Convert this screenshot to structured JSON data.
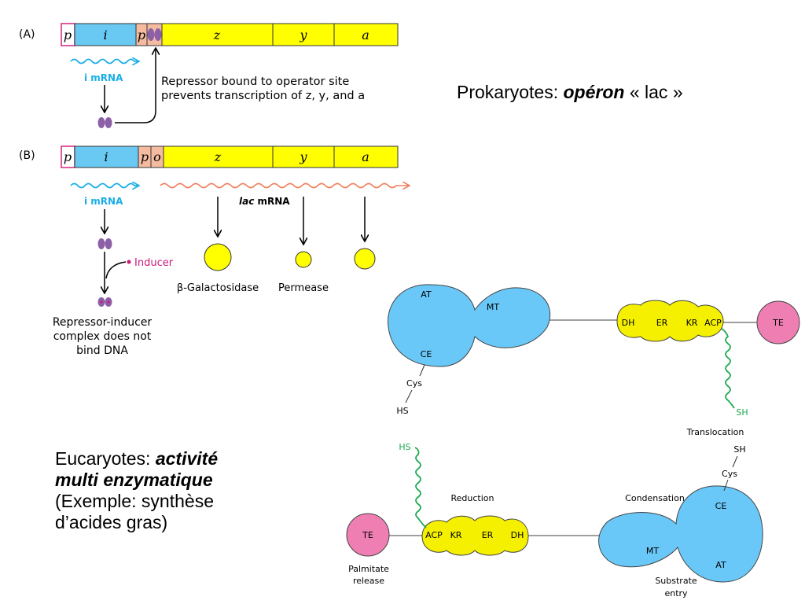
{
  "panel_a": {
    "label": "(A)",
    "segments": {
      "p": "p",
      "i": "i",
      "p2": "p",
      "z": "z",
      "y": "y",
      "a": "a"
    },
    "mrna_label": "i mRNA",
    "note_line1": "Repressor bound to operator site",
    "note_line2": "prevents transcription of z, y, and a"
  },
  "panel_b": {
    "label": "(B)",
    "segments": {
      "p": "p",
      "i": "i",
      "p2": "p",
      "o": "o",
      "z": "z",
      "y": "y",
      "a": "a"
    },
    "mrna_label": "i mRNA",
    "lac_mrna_italic": "lac",
    "lac_mrna_rest": " mRNA",
    "inducer": "Inducer",
    "products": {
      "galactosidase": "β-Galactosidase",
      "permease": "Permease"
    },
    "complex_line1": "Repressor-inducer",
    "complex_line2": "complex does not",
    "complex_line3": "bind DNA"
  },
  "top_enzyme": {
    "domains": {
      "AT": "AT",
      "MT": "MT",
      "CE": "CE",
      "DH": "DH",
      "ER": "ER",
      "KR": "KR",
      "ACP": "ACP",
      "TE": "TE"
    },
    "cys": "Cys",
    "hs": "HS",
    "sh": "SH",
    "translocation": "Translocation"
  },
  "bottom_enzyme": {
    "domains": {
      "TE": "TE",
      "ACP": "ACP",
      "KR": "KR",
      "ER": "ER",
      "DH": "DH",
      "MT": "MT",
      "CE": "CE",
      "AT": "AT"
    },
    "hs": "HS",
    "sh": "SH",
    "cys": "Cys",
    "reduction": "Reduction",
    "condensation": "Condensation",
    "palmitate_line1": "Palmitate",
    "palmitate_line2": "release",
    "substrate_line1": "Substrate",
    "substrate_line2": "entry"
  },
  "captions": {
    "prokaryotes_prefix": "Prokaryotes: ",
    "prokaryotes_bold": "opéron",
    "prokaryotes_suffix": " « lac »",
    "eukaryotes_prefix": "Eucaryotes: ",
    "eukaryotes_bold_1": "activité",
    "eukaryotes_bold_2": "multi enzymatique",
    "eukaryotes_line3": "(Exemple: synthèse",
    "eukaryotes_line4": "d’acides gras)"
  },
  "colors": {
    "gene_yellow": "#ffff00",
    "repressor_blue": "#69c9f2",
    "operator_peach": "#f5bba0",
    "promoter_pink": "#d6237f",
    "repressor_purple": "#8c60a6",
    "mrna_blue": "#1aaee6",
    "lac_mrna_salmon": "#f08060",
    "inducer_magenta": "#cc1a7a",
    "domain_blue": "#69c8f8",
    "domain_yellow": "#f5f000",
    "te_pink": "#ef7fb2",
    "phosphopantetheine_green": "#1eaa50"
  }
}
